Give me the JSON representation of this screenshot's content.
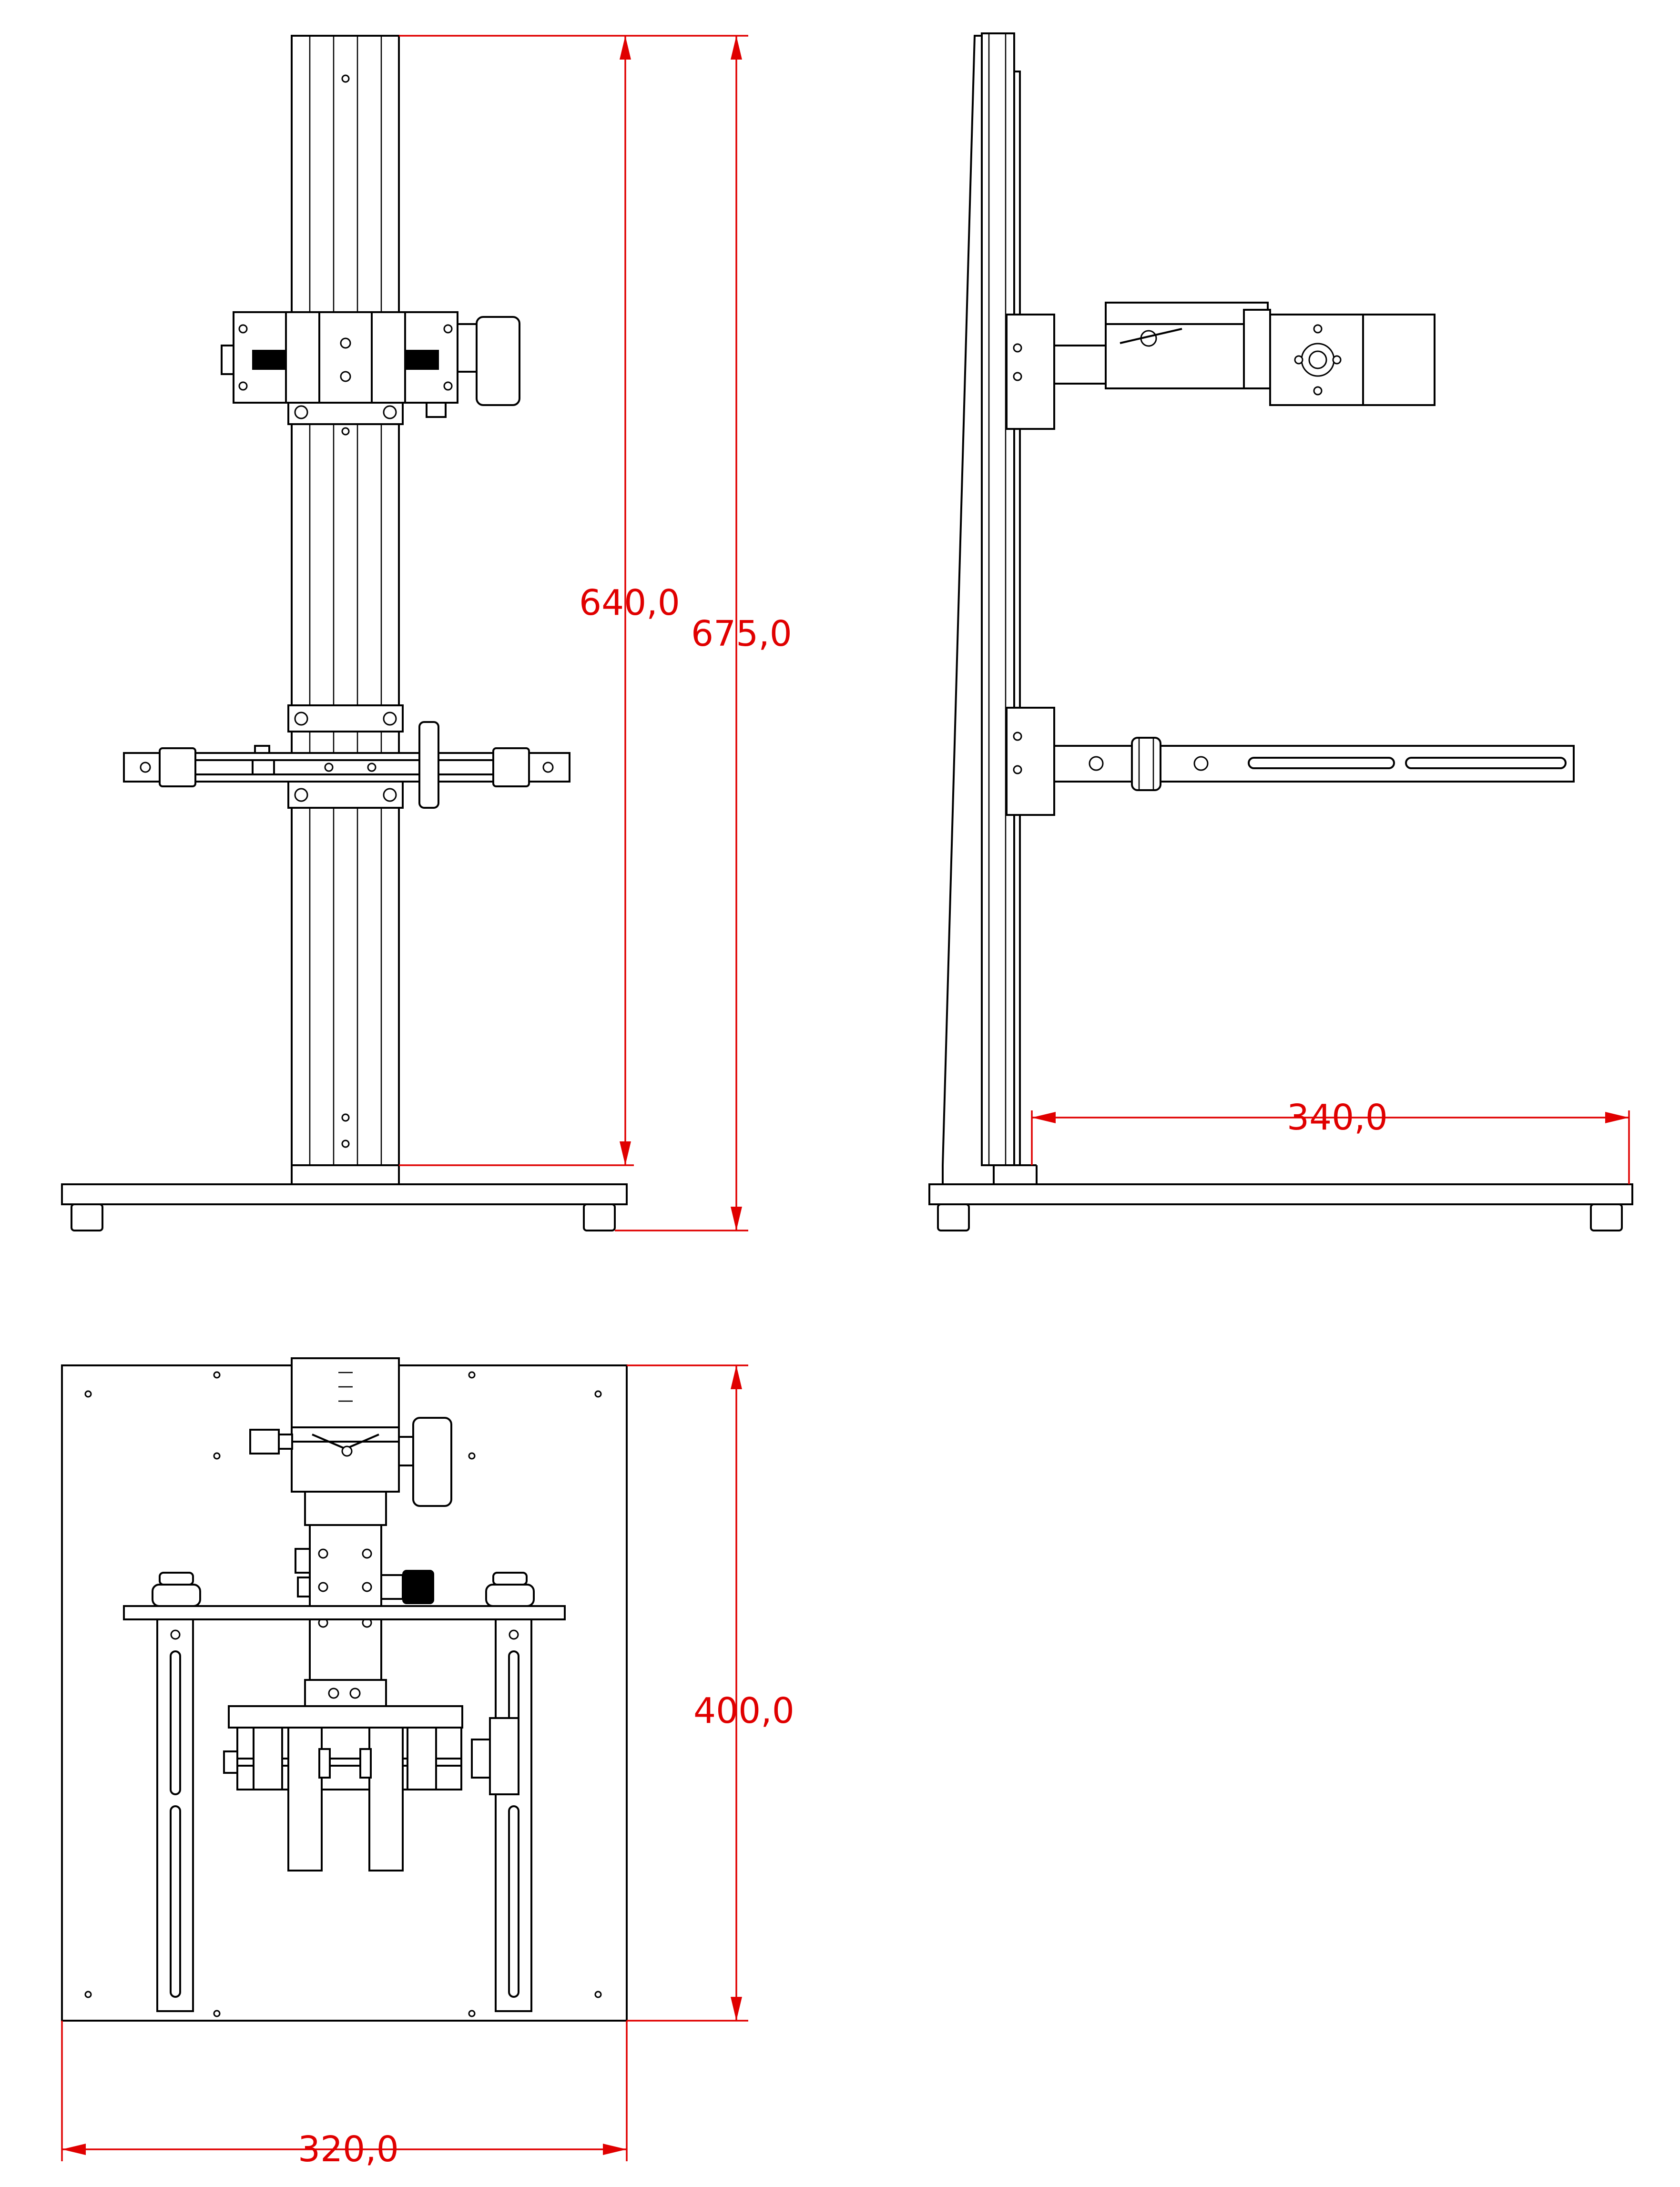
{
  "dimensions": {
    "rail_height": "640,0",
    "total_height": "675,0",
    "base_depth": "340,0",
    "base_depth_top": "400,0",
    "base_width": "320,0"
  },
  "colors": {
    "dimension": "#e00000",
    "lines": "#000000",
    "background": "#ffffff"
  }
}
